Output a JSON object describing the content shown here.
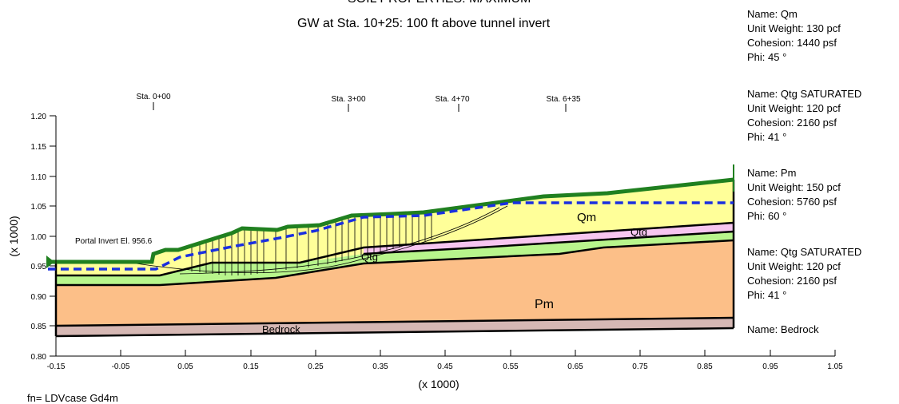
{
  "header": {
    "title": "SOIL PROPERTIES: MAXIMUM",
    "subtitle": "GW at Sta. 10+25: 100 ft above tunnel invert"
  },
  "soils": [
    {
      "name": "Name: Qm",
      "unit_weight": "Unit Weight: 130 pcf",
      "cohesion": "Cohesion: 1440 psf",
      "phi": "Phi: 45 °"
    },
    {
      "name": "Name: Qtg SATURATED",
      "unit_weight": "Unit Weight: 120 pcf",
      "cohesion": "Cohesion: 2160 psf",
      "phi": "Phi: 41 °"
    },
    {
      "name": "Name: Pm",
      "unit_weight": "Unit Weight: 150 pcf",
      "cohesion": "Cohesion: 5760 psf",
      "phi": "Phi: 60 °"
    },
    {
      "name": "Name: Qtg  SATURATED",
      "unit_weight": "Unit Weight: 120 pcf",
      "cohesion": "Cohesion: 2160 psf",
      "phi": "Phi: 41 °"
    },
    {
      "name": "Name: Bedrock"
    }
  ],
  "stations": [
    {
      "label": "Sta. 0+00",
      "x": 0.0
    },
    {
      "label": "Sta. 3+00",
      "x": 0.3
    },
    {
      "label": "Sta. 4+70",
      "x": 0.47
    },
    {
      "label": "Sta. 6+35",
      "x": 0.635
    }
  ],
  "axes": {
    "ylabel": "(x 1000)",
    "xlabel": "(x 1000)",
    "y_ticks": [
      "0.80",
      "0.85",
      "0.90",
      "0.95",
      "1.00",
      "1.05",
      "1.10",
      "1.15",
      "1.20"
    ],
    "x_ticks": [
      "-0.15",
      "-0.05",
      "0.05",
      "0.15",
      "0.25",
      "0.35",
      "0.45",
      "0.55",
      "0.65",
      "0.75",
      "0.85",
      "0.95",
      "1.05"
    ],
    "xlim": [
      -0.15,
      1.05
    ],
    "ylim": [
      0.8,
      1.2
    ]
  },
  "annotations": {
    "portal_invert": "Portal Invert El. 956.6",
    "layer_qm": "Qm",
    "layer_qtg_upper": "Qtg",
    "layer_qtg_lower": "Qtg",
    "layer_pm": "Pm",
    "layer_bedrock": "Bedrock"
  },
  "footer": {
    "filename": "fn= LDVcase Gd4m"
  },
  "colors": {
    "qm": "#ffff99",
    "qtg_pink": "#f7c6f0",
    "qtg_green": "#b8f58c",
    "pm": "#fcbf88",
    "bedrock": "#d6b8b4",
    "ground_line": "#208020",
    "water_line": "#1a2fe0"
  }
}
